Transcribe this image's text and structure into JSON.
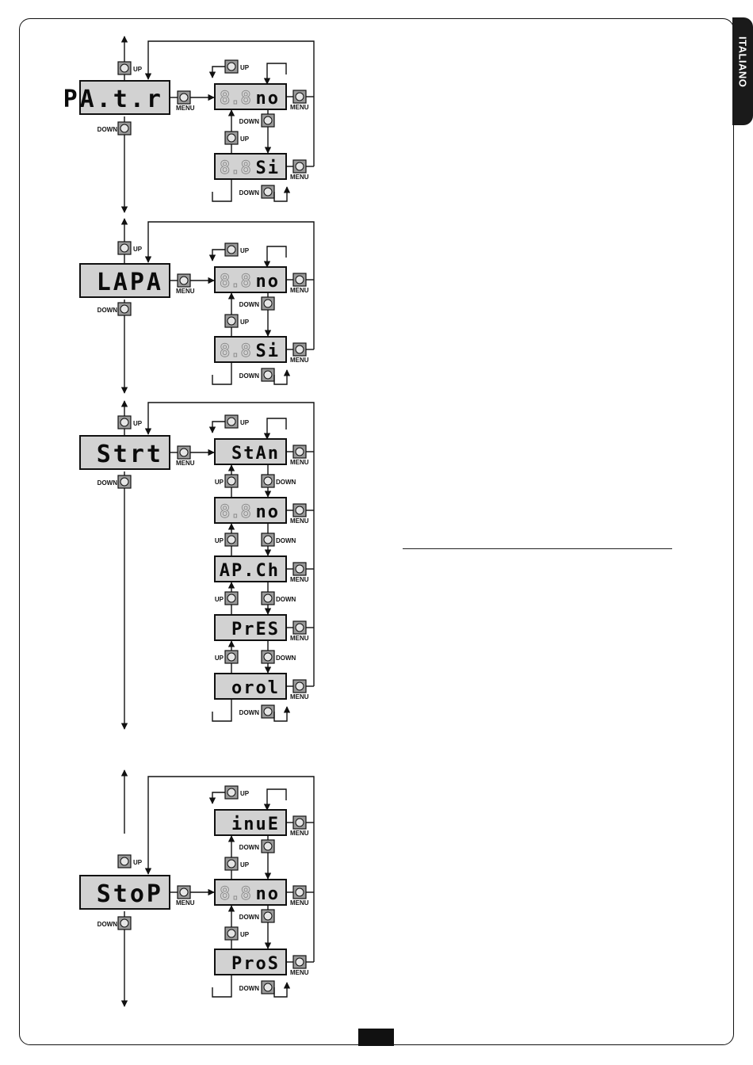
{
  "sidebar": {
    "language_tab": "ITALIANO"
  },
  "buttons": {
    "up": "UP",
    "down": "DOWN",
    "menu": "MENU"
  },
  "colors": {
    "lcd_bg": "#d2d2d2",
    "button_fill": "#9a9a9a",
    "tab_bg": "#1a1a1a"
  },
  "diagrams": [
    {
      "id": "patr",
      "main_display": "PA.t.r",
      "options": [
        "no",
        "Si"
      ]
    },
    {
      "id": "lapa",
      "main_display": "LAPA",
      "options": [
        "no",
        "Si"
      ]
    },
    {
      "id": "strt",
      "main_display": "Strt",
      "options": [
        "StAn",
        "no",
        "AP.Ch",
        "PrES",
        "orol"
      ]
    },
    {
      "id": "stop",
      "main_display": "StoP",
      "options": [
        "inuE",
        "no",
        "ProS"
      ]
    }
  ]
}
